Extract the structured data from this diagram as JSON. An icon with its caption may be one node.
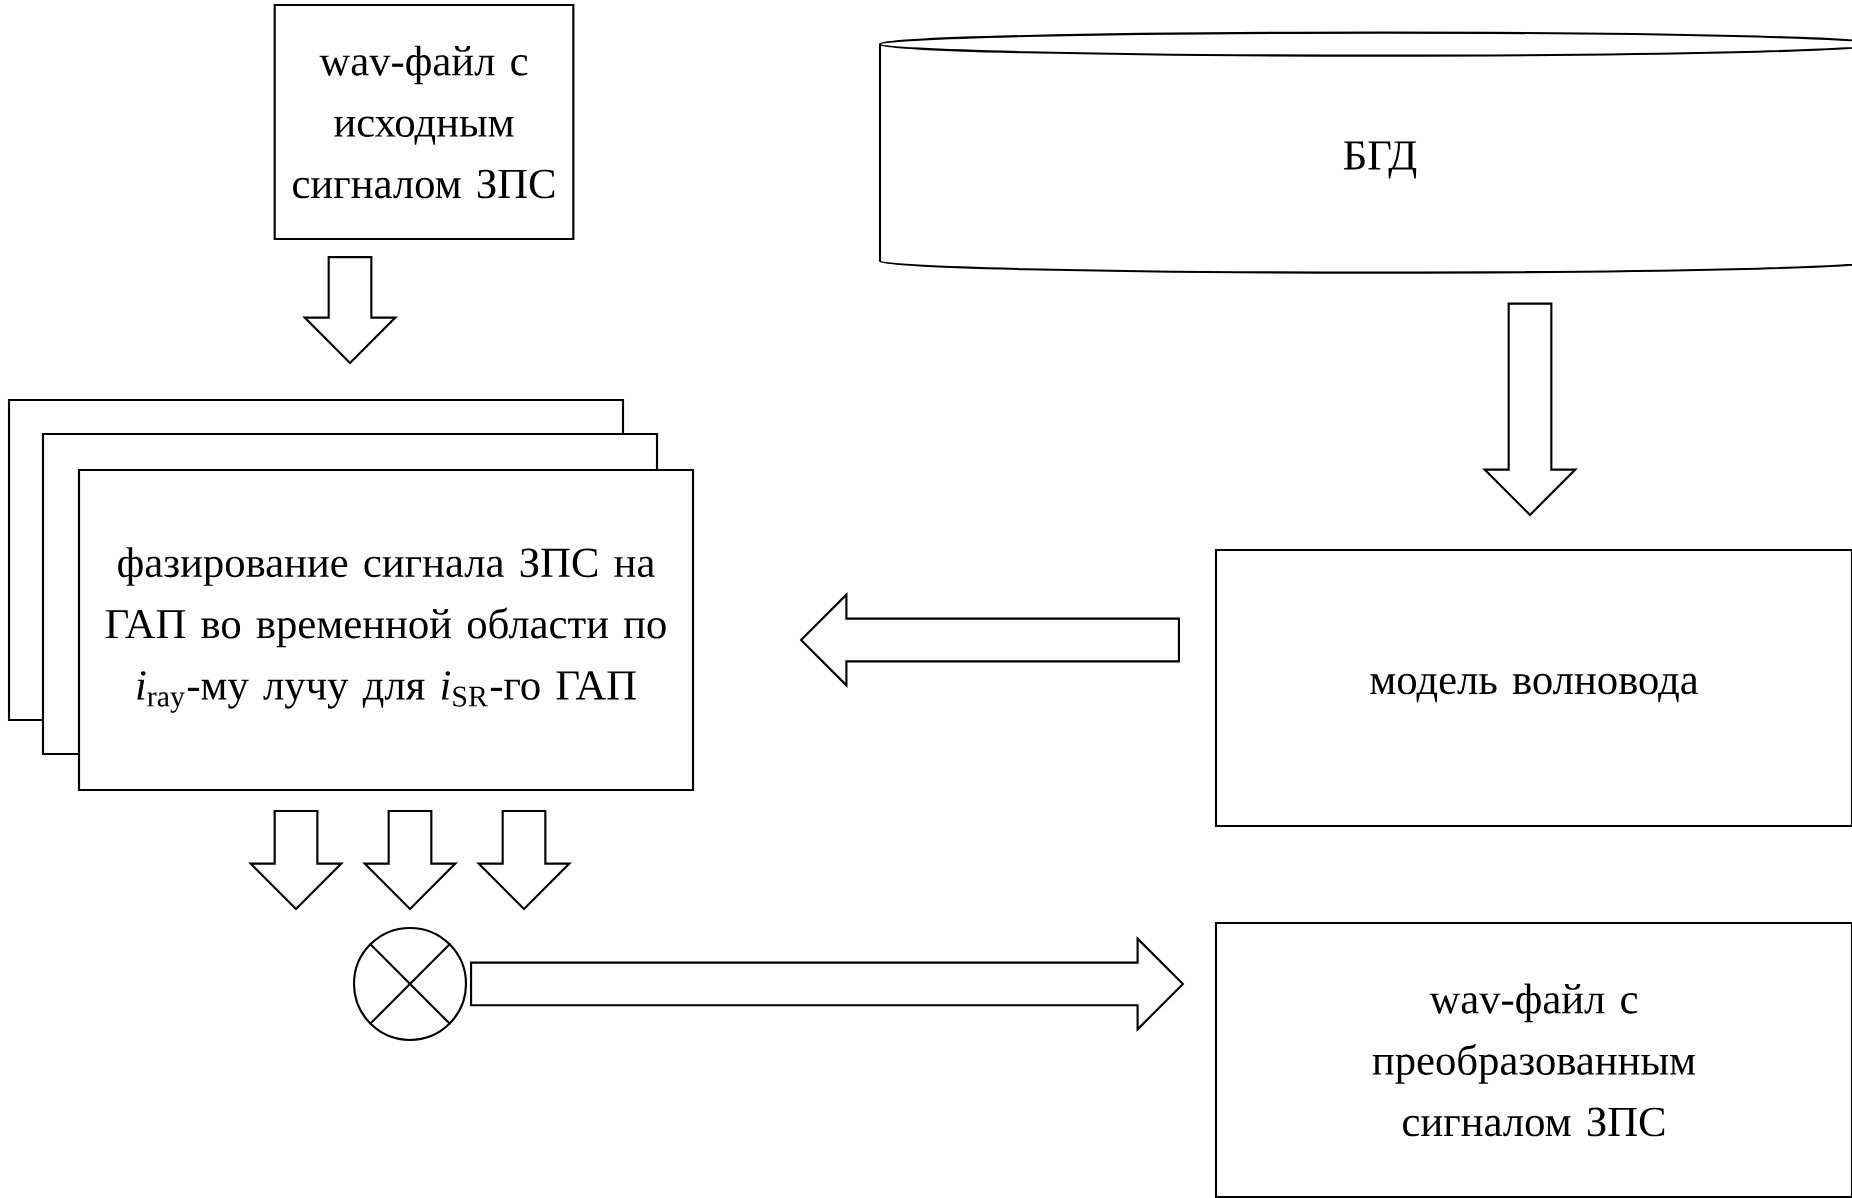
{
  "diagram": {
    "nodes": [
      {
        "text": [
          "wav-файл с исходным сигналом ЗПС"
        ]
      },
      {
        "text": [
          "БГД"
        ]
      },
      {
        "text": [
          "фазирование сигнала ЗПС на ГАП во временной области по *i*$_{ray}$-му лучу для *i*$_{SR}$-го ГАП"
        ]
      },
      {
        "text": [
          "модель волновода"
        ]
      },
      {
        "text": [],
        "shape": "circle"
      },
      {
        "text": [
          "wav-файл с преобразованным сигналом ЗПС"
        ]
      }
    ],
    "edges": [
      {
        "from": 0,
        "to": 2,
        "arrow": "to"
      },
      {
        "from": 1,
        "to": 3,
        "arrow": "to"
      },
      {
        "from": 3,
        "to": 2,
        "arrow": "to"
      },
      {
        "from": 2,
        "to": 4,
        "arrow": "to"
      },
      {
        "from": 2,
        "to": 4,
        "arrow": "to"
      },
      {
        "from": 2,
        "to": 4,
        "arrow": "to"
      },
      {
        "from": 4,
        "to": 5,
        "arrow": "to"
      }
    ]
  }
}
